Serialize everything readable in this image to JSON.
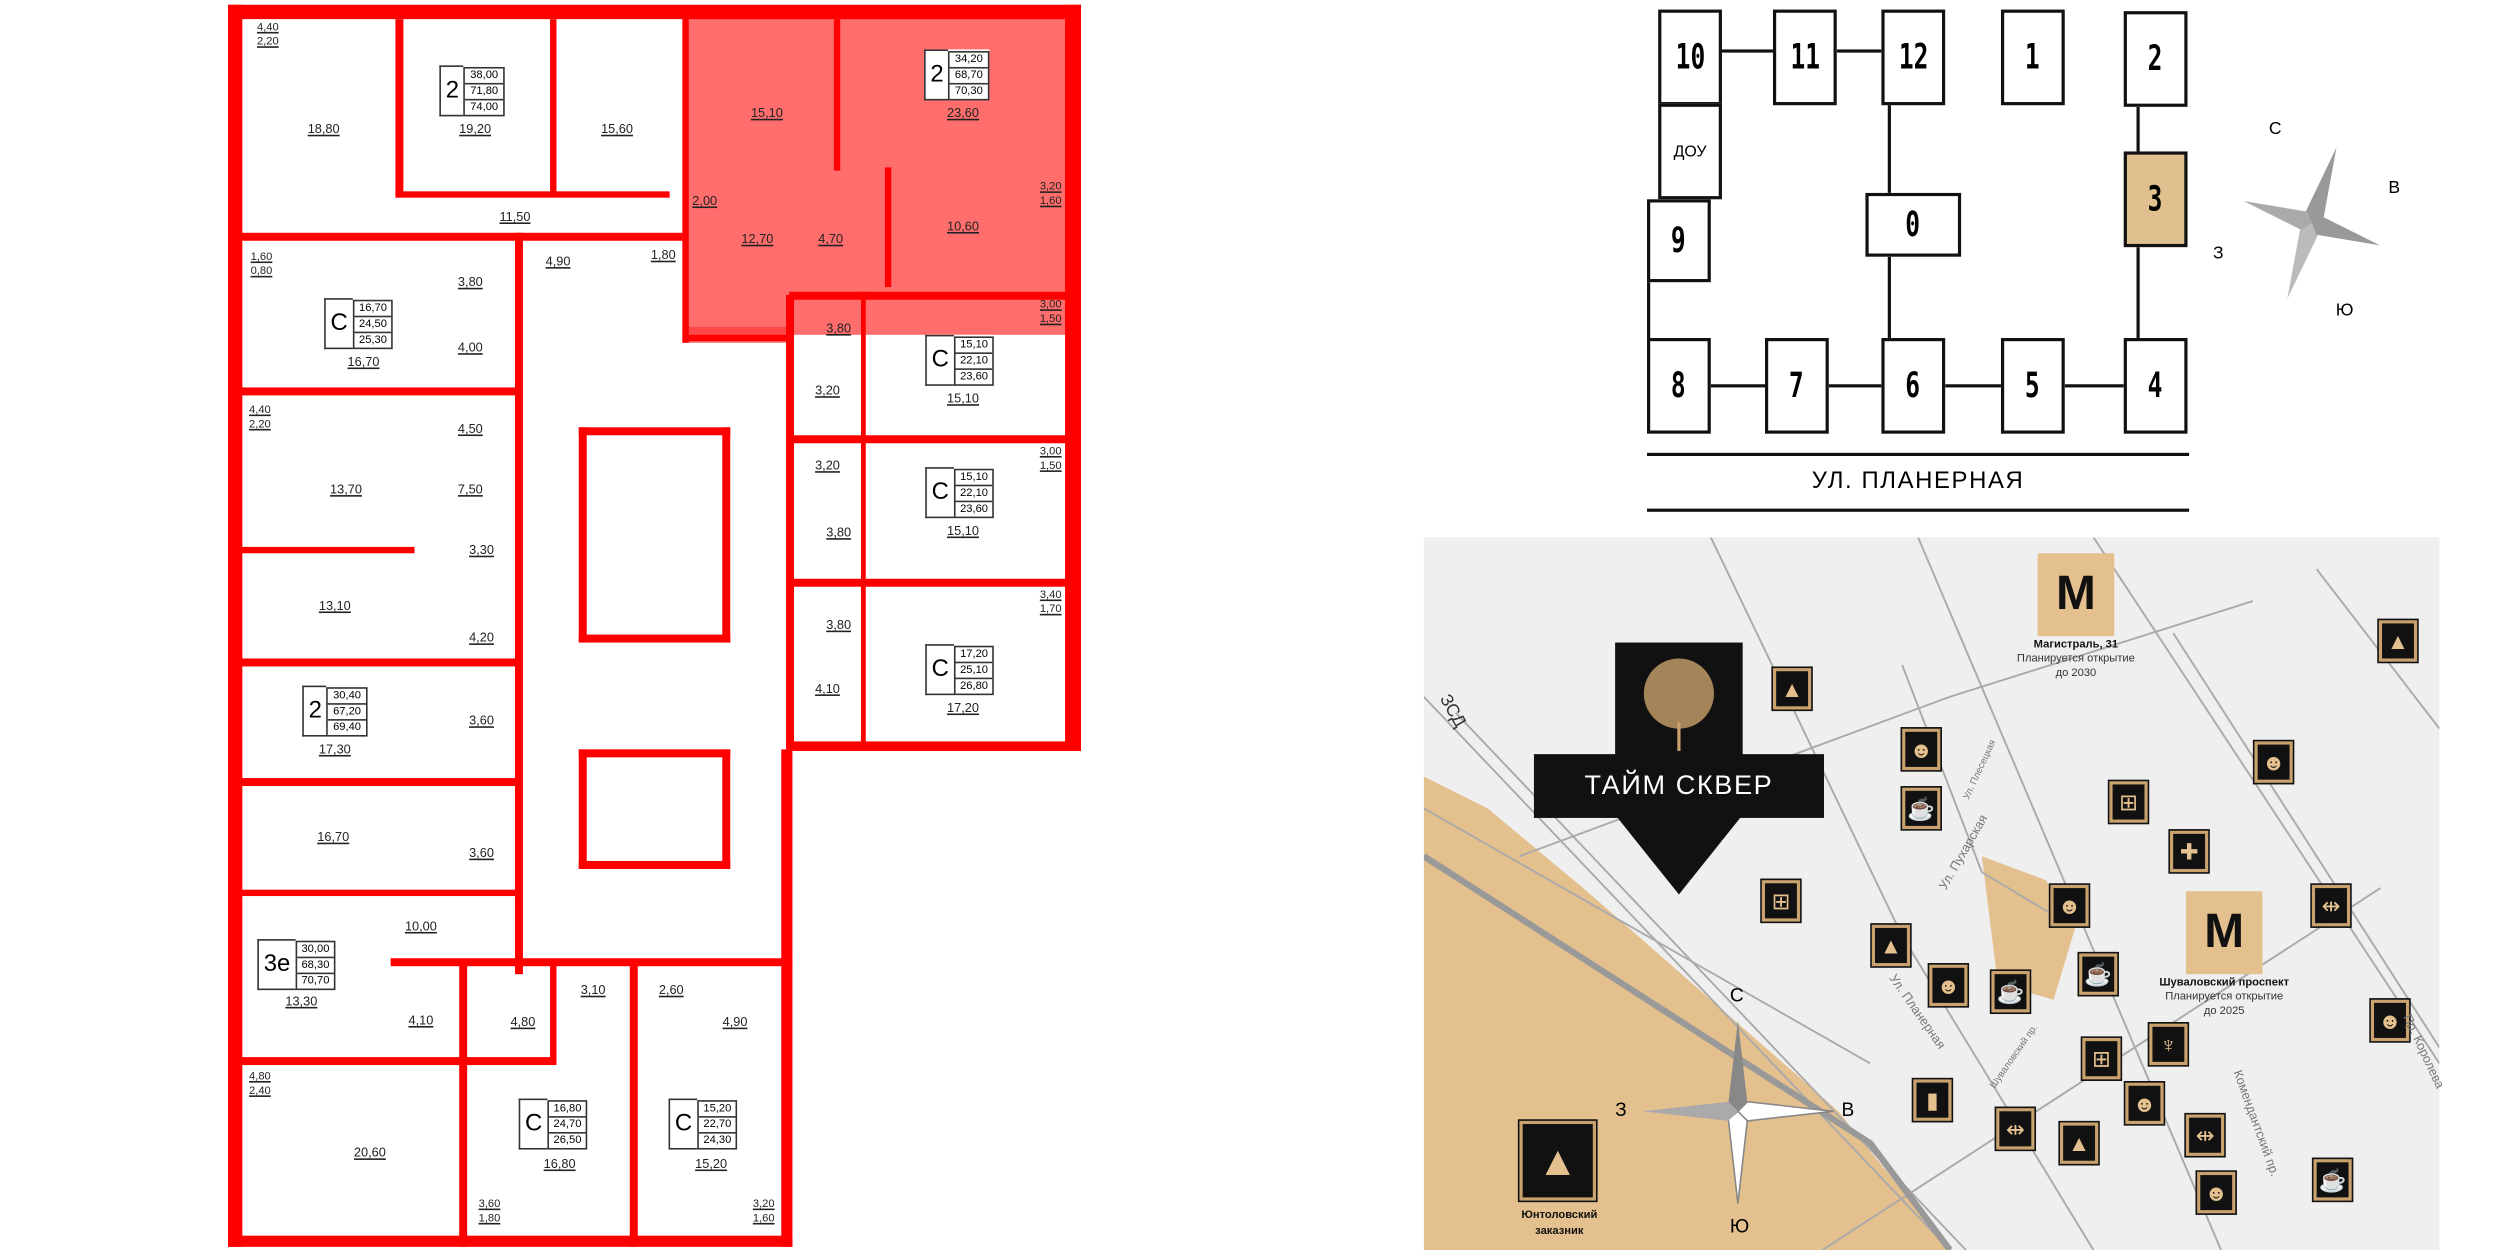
{
  "floorplan": {
    "highlight_color": "#ff5a5a",
    "wall_color": "#ff0000",
    "units": [
      {
        "type": "2",
        "values": [
          "38,00",
          "71,80",
          "74,00"
        ]
      },
      {
        "type": "2",
        "values": [
          "34,20",
          "68,70",
          "70,30"
        ]
      },
      {
        "type": "С",
        "values": [
          "16,70",
          "24,50",
          "25,30"
        ]
      },
      {
        "type": "С",
        "values": [
          "15,10",
          "22,10",
          "23,60"
        ]
      },
      {
        "type": "С",
        "values": [
          "15,10",
          "22,10",
          "23,60"
        ]
      },
      {
        "type": "С",
        "values": [
          "17,20",
          "25,10",
          "26,80"
        ]
      },
      {
        "type": "2",
        "values": [
          "30,40",
          "67,20",
          "69,40"
        ]
      },
      {
        "type": "3е",
        "values": [
          "30,00",
          "68,30",
          "70,70"
        ]
      },
      {
        "type": "С",
        "values": [
          "16,80",
          "24,70",
          "26,50"
        ]
      },
      {
        "type": "С",
        "values": [
          "15,20",
          "22,70",
          "24,30"
        ]
      }
    ],
    "rooms": [
      "18,80",
      "19,20",
      "15,60",
      "15,10",
      "23,60",
      "2,00",
      "12,70",
      "4,70",
      "10,60",
      "11,50",
      "1,80",
      "4,90",
      "3,80",
      "16,70",
      "4,00",
      "3,80",
      "3,20",
      "15,10",
      "4,50",
      "13,70",
      "7,50",
      "3,20",
      "15,10",
      "3,80",
      "3,30",
      "13,10",
      "4,20",
      "3,80",
      "4,10",
      "17,20",
      "3,60",
      "17,30",
      "16,70",
      "3,60",
      "10,00",
      "13,30",
      "4,10",
      "4,80",
      "3,10",
      "2,60",
      "4,90",
      "20,60",
      "16,80",
      "15,20"
    ],
    "balconies": [
      [
        "4,40",
        "2,20"
      ],
      [
        "3,20",
        "1,60"
      ],
      [
        "1,60",
        "0,80"
      ],
      [
        "3,00",
        "1,50"
      ],
      [
        "4,40",
        "2,20"
      ],
      [
        "3,00",
        "1,50"
      ],
      [
        "3,40",
        "1,70"
      ],
      [
        "4,80",
        "2,40"
      ],
      [
        "3,60",
        "1,80"
      ],
      [
        "3,20",
        "1,60"
      ]
    ]
  },
  "scheme": {
    "sections": [
      "10",
      "11",
      "12",
      "1",
      "2",
      "ДОУ",
      "9",
      "0",
      "3",
      "8",
      "7",
      "6",
      "5",
      "4"
    ],
    "selected_section": "3",
    "selected_color": "#e0c08e",
    "street": "УЛ. ПЛАНЕРНАЯ",
    "compass": {
      "n": "С",
      "e": "В",
      "w": "З",
      "s": "Ю"
    }
  },
  "map": {
    "background": "#efefef",
    "accent": "#e4c08e",
    "logo": "ТАЙМ СКВЕР",
    "metro": [
      {
        "name": "Магистраль, 31",
        "note": "Планируется открытие",
        "when": "до 2030"
      },
      {
        "name": "Шуваловский проспект",
        "note": "Планируется открытие",
        "when": "до 2025"
      }
    ],
    "streets": [
      "ЗСД",
      "Ул. Плесецкая",
      "Ул. Пухарская",
      "Ул. Планерная",
      "Шуваловский пр.",
      "Комендантский пр.",
      "Пр. Королева"
    ],
    "reserve": [
      "Юнтоловский",
      "заказник"
    ],
    "compass": {
      "n": "С",
      "e": "В",
      "w": "З",
      "s": "Ю"
    },
    "poi_icons": [
      "school-icon",
      "smiley-icon",
      "cup-icon",
      "smiley-icon",
      "first-aid-icon",
      "plus-icon",
      "dumbbell-icon",
      "smiley-icon",
      "school-icon",
      "smiley-icon",
      "cup-icon",
      "cup-icon",
      "first-aid-icon",
      "first-aid-icon",
      "tulip-icon",
      "smiley-icon",
      "bag-icon",
      "dumbbell-icon",
      "school-icon",
      "dumbbell-icon",
      "smiley-icon",
      "cup-icon",
      "smiley-icon",
      "school-icon"
    ]
  }
}
